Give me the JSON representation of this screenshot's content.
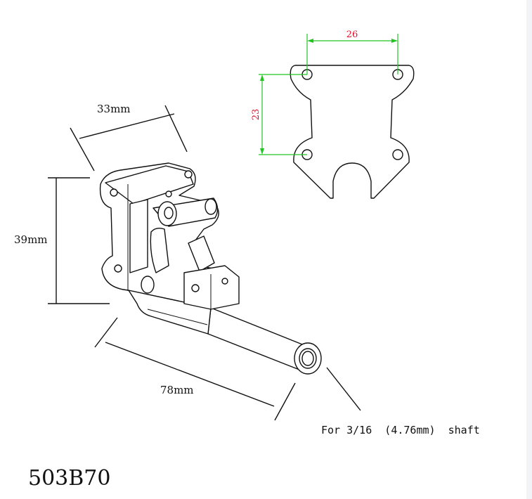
{
  "dimensions": {
    "width_label": "33mm",
    "height_label": "39mm",
    "length_label": "78mm",
    "shaft_note": "For 3/16  (4.76mm)  shaft"
  },
  "plate": {
    "hole_spacing_horizontal": "26",
    "hole_spacing_vertical": "23"
  },
  "model": "503B70",
  "colors": {
    "dimension_accent": "#e0102a",
    "extension_lines": "#22c422",
    "outline": "#111111"
  }
}
